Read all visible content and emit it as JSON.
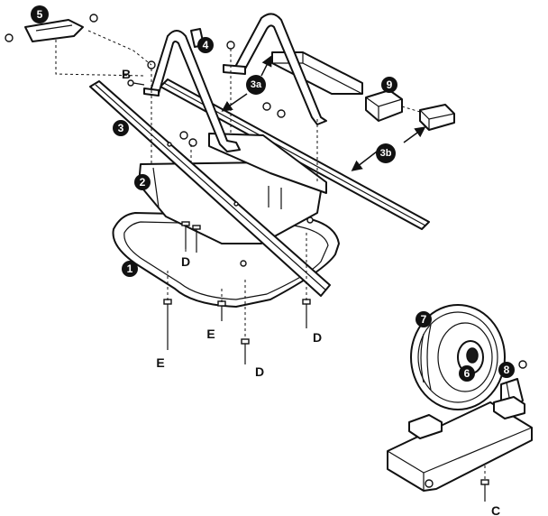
{
  "callouts": {
    "c1": "1",
    "c2": "2",
    "c3": "3",
    "c3a": "3a",
    "c3b": "3b",
    "c4": "4",
    "c5": "5",
    "c6": "6",
    "c7": "7",
    "c8": "8",
    "c9": "9"
  },
  "letters": {
    "b": "B",
    "c": "C",
    "d1": "D",
    "d2": "D",
    "d3": "D",
    "e1": "E",
    "e2": "E"
  }
}
